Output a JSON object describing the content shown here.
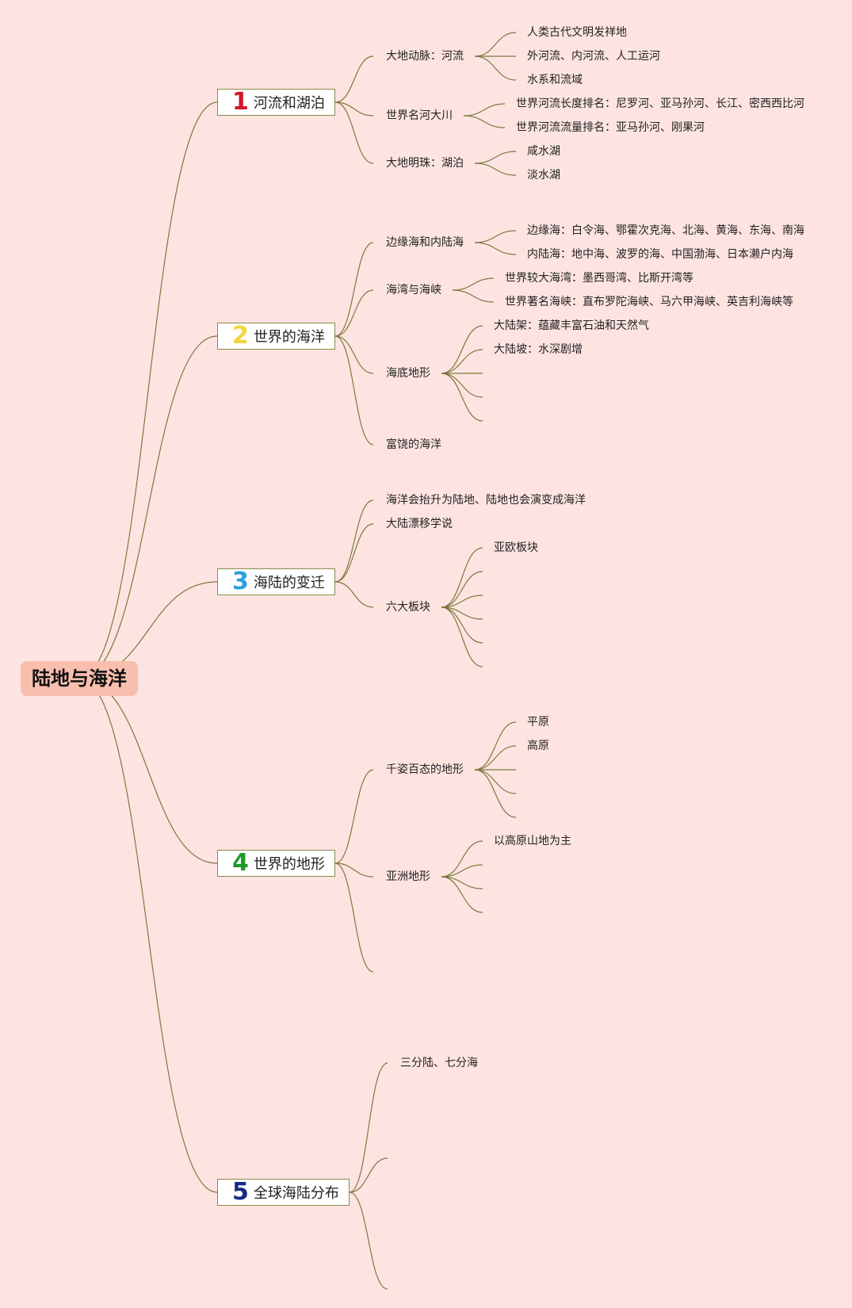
{
  "root": {
    "title": "陆地与海洋"
  },
  "topics": [
    {
      "num": "1",
      "color": "#d0182a",
      "title": "河流和湖泊"
    },
    {
      "num": "2",
      "color": "#f2d63a",
      "title": "世界的海洋"
    },
    {
      "num": "3",
      "color": "#2b9fe0",
      "title": "海陆的变迁"
    },
    {
      "num": "4",
      "color": "#1e9a2a",
      "title": "世界的地形"
    },
    {
      "num": "5",
      "color": "#1a2a80",
      "title": "全球海陆分布"
    }
  ],
  "t1": {
    "a": "大地动脉：河流",
    "a1": "人类古代文明发祥地",
    "a2": "外河流、内河流、人工运河",
    "a3": "水系和流域",
    "b": "世界名河大川",
    "b1": "世界河流长度排名：尼罗河、亚马孙河、长江、密西西比河",
    "b2": "世界河流流量排名：亚马孙河、刚果河",
    "c": "大地明珠：湖泊",
    "c1": "咸水湖",
    "c2": "淡水湖"
  },
  "t2": {
    "a": "边缘海和内陆海",
    "a1": "边缘海：白令海、鄂霍次克海、北海、黄海、东海、南海",
    "a2": "内陆海：地中海、波罗的海、中国渤海、日本濑户内海",
    "b": "海湾与海峡",
    "b1": "世界较大海湾：墨西哥湾、比斯开湾等",
    "b2": "世界著名海峡：直布罗陀海峡、马六甲海峡、英吉利海峡等",
    "c": "海底地形",
    "c1": "大陆架：蕴藏丰富石油和天然气",
    "c2": "大陆坡：水深剧增",
    "d": "富饶的海洋"
  },
  "t3": {
    "a": "海洋会抬升为陆地、陆地也会演变成海洋",
    "b": "大陆漂移学说",
    "c": "六大板块",
    "c1": "亚欧板块"
  },
  "t4": {
    "a": "千姿百态的地形",
    "a1": "平原",
    "a2": "高原",
    "b": "亚洲地形",
    "b1": "以高原山地为主"
  },
  "t5": {
    "a": "三分陆、七分海"
  }
}
